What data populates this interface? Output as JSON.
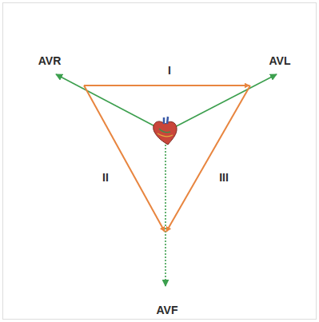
{
  "diagram": {
    "labels": [
      "AVR",
      "I",
      "AVL",
      "II",
      "III",
      "AVF"
    ]
  }
}
